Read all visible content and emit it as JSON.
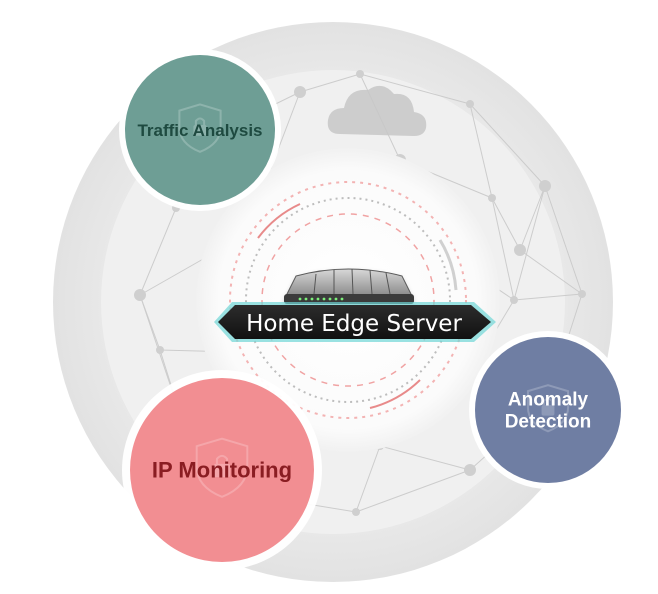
{
  "center": {
    "label": "Home Edge Server",
    "icon": "router-icon"
  },
  "features": [
    {
      "id": "traffic-analysis",
      "lines": [
        "Traffic Analysis"
      ],
      "color": "#6e9e95",
      "text_color": "#1e4a40",
      "icon": "shield-lock-icon"
    },
    {
      "id": "ip-monitoring",
      "lines": [
        "IP Monitoring"
      ],
      "color": "#f28e92",
      "text_color": "#8a1d22",
      "icon": "shield-lock-icon"
    },
    {
      "id": "anomaly-detection",
      "lines": [
        "Anomaly",
        "Detection"
      ],
      "color": "#6f7ea3",
      "text_color": "#ffffff",
      "icon": "shield-lock-icon"
    }
  ],
  "decor": {
    "cloud_icon": "cloud-icon",
    "ring_color": "#e9e9e9",
    "accent_ring_color": "#f0a3a3"
  }
}
